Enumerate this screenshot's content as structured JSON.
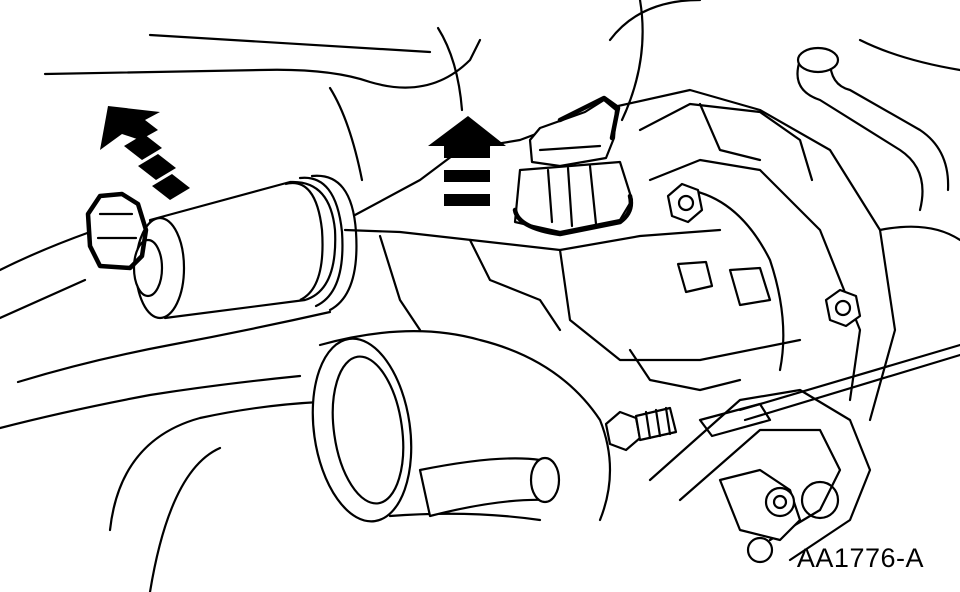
{
  "figure": {
    "id_label": "AA1776-A"
  },
  "arrows": [
    {
      "name": "removal-direction-arrow-left",
      "direction": "up-left"
    },
    {
      "name": "removal-direction-arrow-center",
      "direction": "up"
    }
  ],
  "colors": {
    "ink": "#000000",
    "background": "#ffffff"
  }
}
